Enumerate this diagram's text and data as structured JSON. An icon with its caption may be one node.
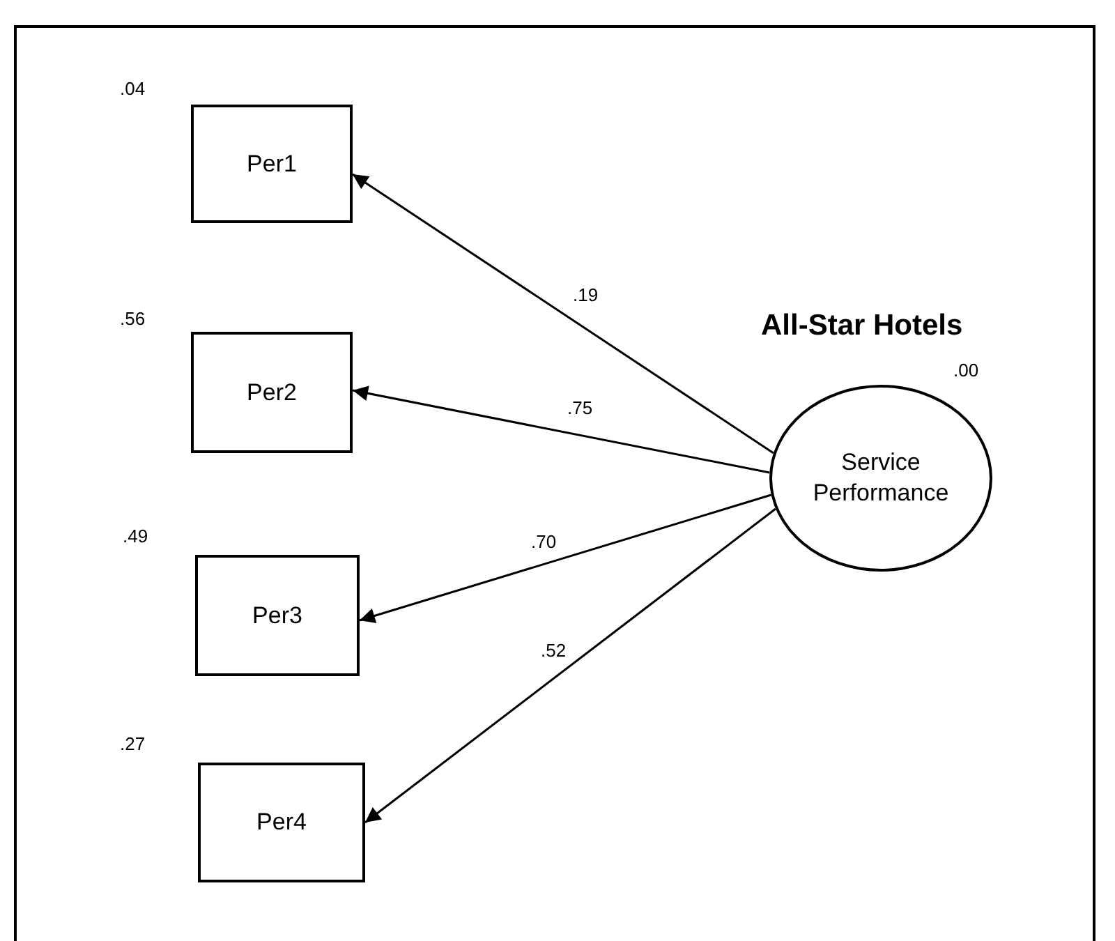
{
  "diagram": {
    "title": "All-Star Hotels",
    "nodes": [
      {
        "text": [
          "Per1"
        ],
        "beside": [
          ".04"
        ]
      },
      {
        "text": [
          "Per2"
        ],
        "beside": [
          ".56"
        ]
      },
      {
        "text": [
          "Per3"
        ],
        "beside": [
          ".49"
        ]
      },
      {
        "text": [
          "Per4"
        ],
        "beside": [
          ".27"
        ]
      },
      {
        "text": [
          "Service Performance"
        ],
        "beside": [
          ".00"
        ]
      }
    ],
    "edges": [
      {
        "from": 4,
        "to": 0,
        "arrow": "to",
        "label": ".19"
      },
      {
        "from": 4,
        "to": 1,
        "arrow": "to",
        "label": ".75"
      },
      {
        "from": 4,
        "to": 2,
        "arrow": "to",
        "label": ".70"
      },
      {
        "from": 4,
        "to": 3,
        "arrow": "to",
        "label": ".52"
      }
    ]
  }
}
